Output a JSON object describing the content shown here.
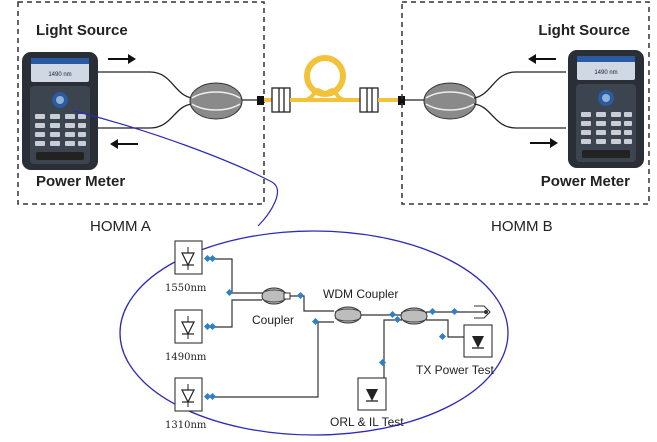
{
  "left_unit": {
    "top_label": "Light Source",
    "bottom_label": "Power Meter",
    "name": "HOMM A",
    "screen_text": "1490 nm"
  },
  "right_unit": {
    "top_label": "Light Source",
    "bottom_label": "Power Meter",
    "name": "HOMM B",
    "screen_text": "1490 nm"
  },
  "detail": {
    "sources": [
      "1550nm",
      "1490nm",
      "1310nm"
    ],
    "coupler_label": "Coupler",
    "wdm_label": "WDM Coupler",
    "tx_label": "TX Power Test",
    "orl_label": "ORL & IL Test"
  },
  "colors": {
    "fiber_spool": "#f2c23a",
    "box_border": "#333333",
    "ellipse_border": "#2b2bb8",
    "coupler_fill": "#8a8a8a",
    "device_body": "#2a2f37",
    "device_accent": "#2a5aa0",
    "node_blue": "#2f7fc9"
  }
}
